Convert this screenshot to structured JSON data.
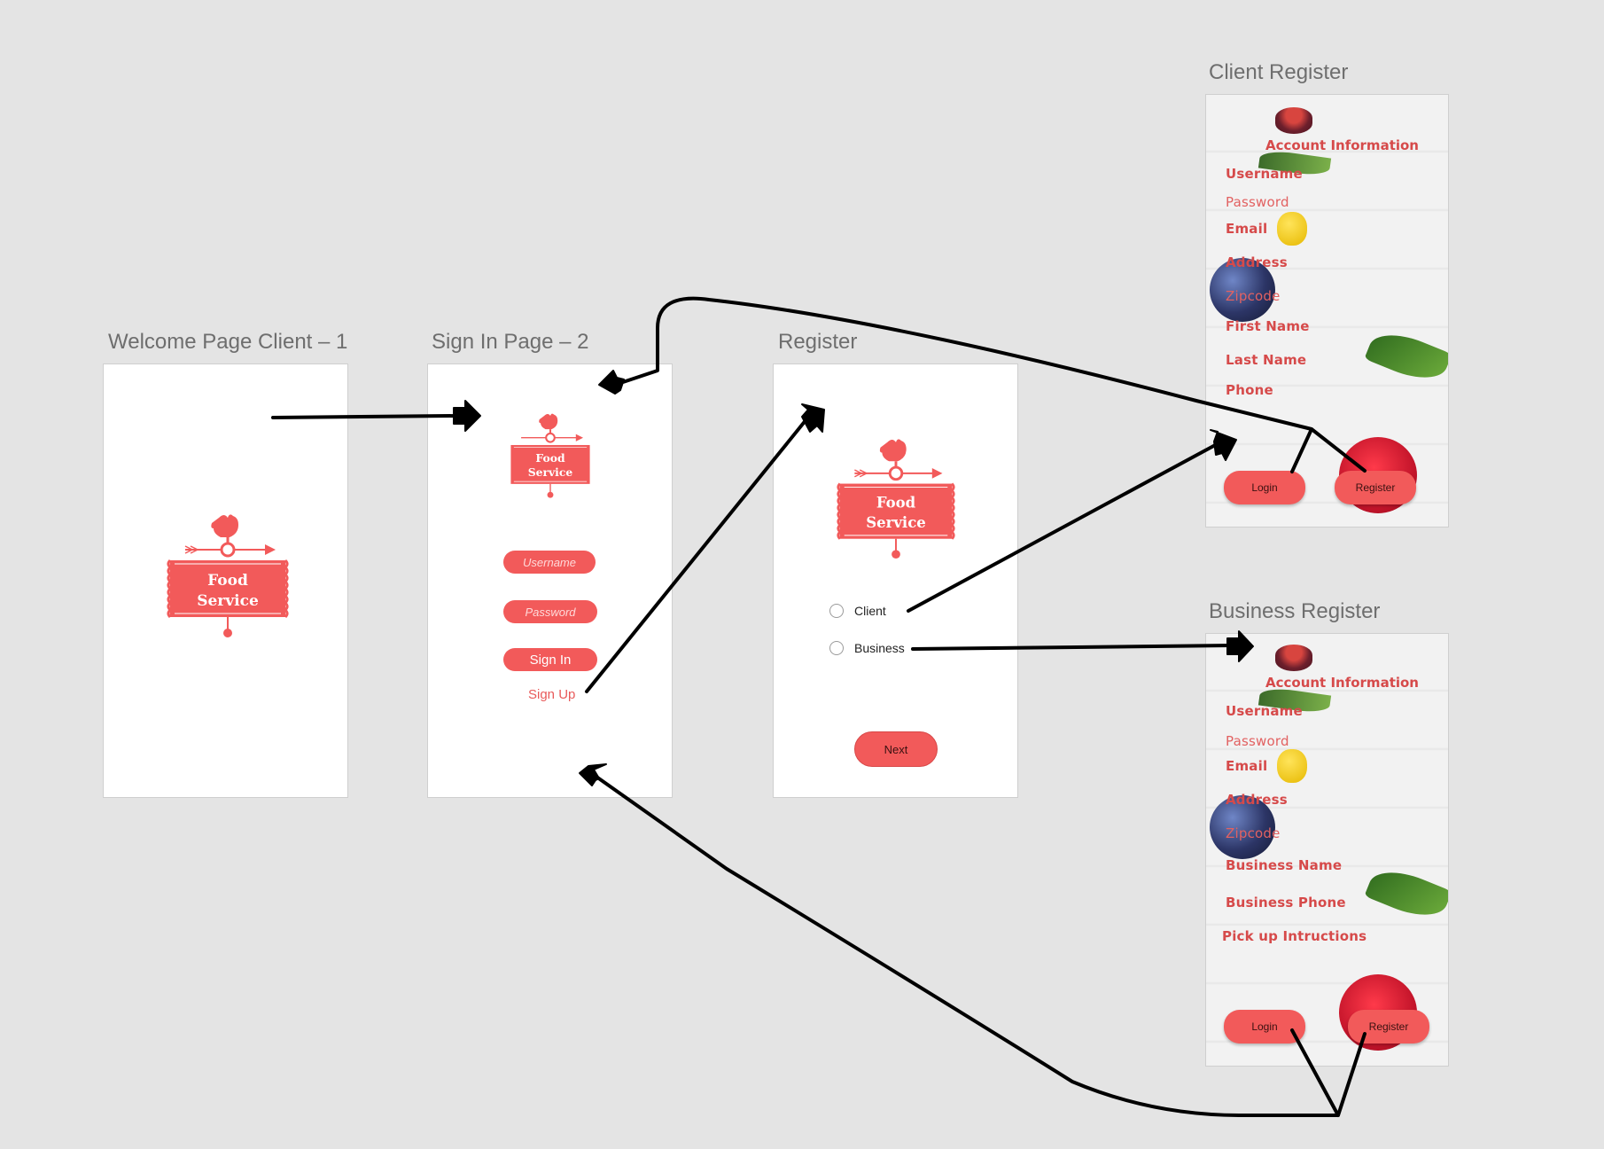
{
  "artboards": {
    "welcome": {
      "title": "Welcome Page Client – 1"
    },
    "signin": {
      "title": "Sign In Page – 2"
    },
    "register": {
      "title": "Register"
    },
    "client_register": {
      "title": "Client Register"
    },
    "business_register": {
      "title": "Business Register"
    }
  },
  "logo": {
    "line1": "Food",
    "line2": "Service",
    "icon": "rooster-weathervane-icon"
  },
  "signin": {
    "username_placeholder": "Username",
    "password_placeholder": "Password",
    "signin_label": "Sign In",
    "signup_label": "Sign Up"
  },
  "register": {
    "options": [
      "Client",
      "Business"
    ],
    "next_label": "Next"
  },
  "client_register": {
    "heading": "Account Information",
    "fields": [
      "Username",
      "Password",
      "Email",
      "Address",
      "Zipcode",
      "First Name",
      "Last Name",
      "Phone"
    ],
    "login_label": "Login",
    "register_label": "Register"
  },
  "business_register": {
    "heading": "Account Information",
    "fields": [
      "Username",
      "Password",
      "Email",
      "Address",
      "Zipcode",
      "Business Name",
      "Business Phone",
      "Pick up Intructions"
    ],
    "login_label": "Login",
    "register_label": "Register"
  },
  "colors": {
    "accent": "#f25a5a",
    "canvas": "#e4e4e4",
    "label_red": "#d64a4a"
  }
}
